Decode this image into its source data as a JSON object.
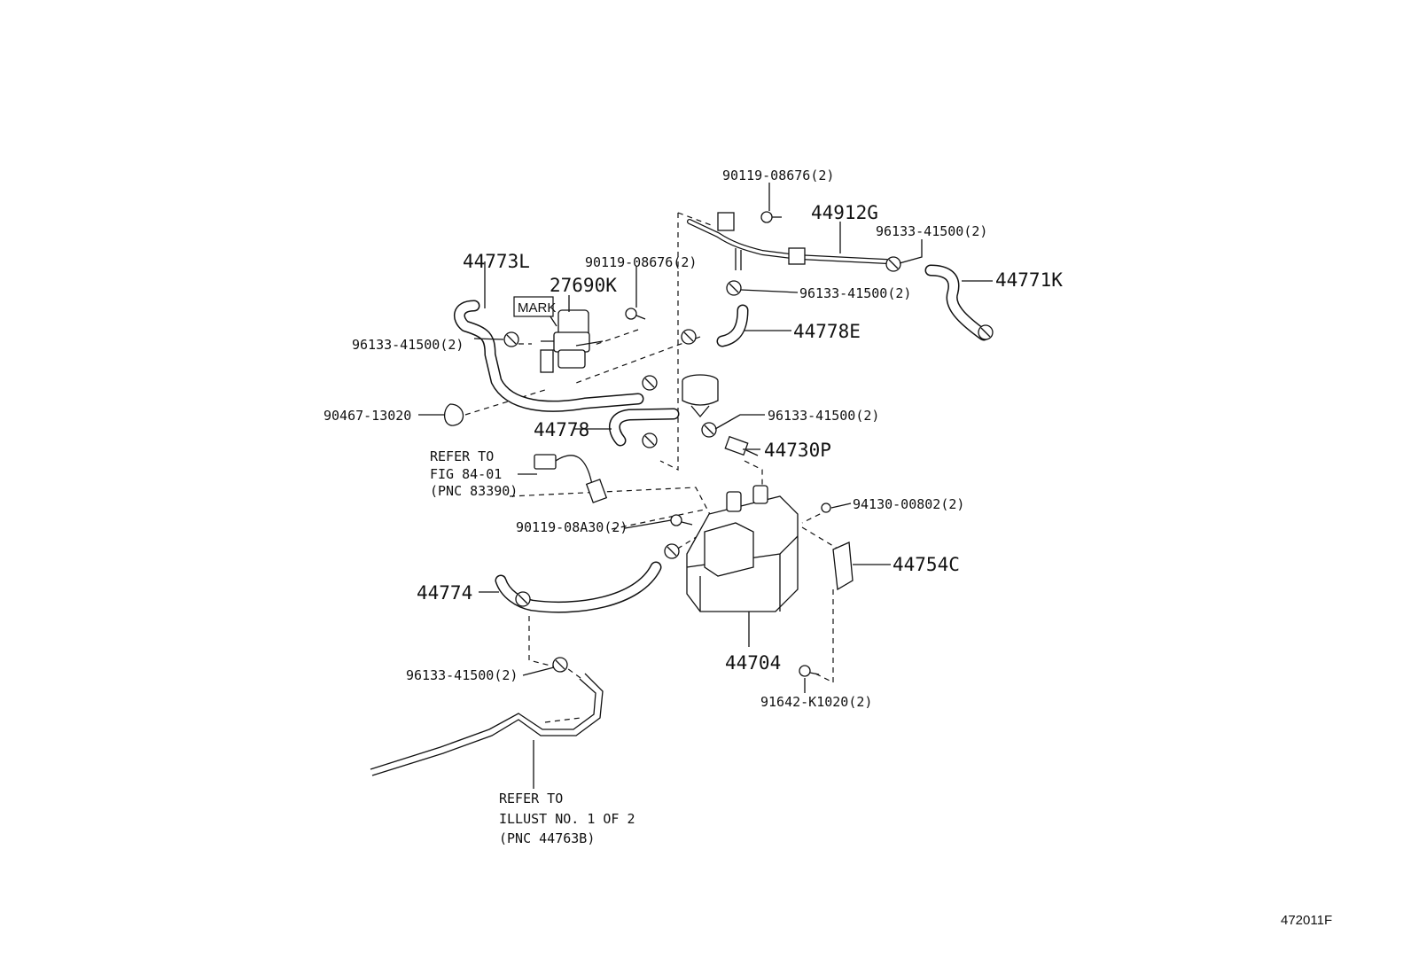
{
  "labels": {
    "p90119_top": "90119-08676(2)",
    "p44912G": "44912G",
    "p96133_r1": "96133-41500(2)",
    "p44771K": "44771K",
    "p96133_r2": "96133-41500(2)",
    "p44778E": "44778E",
    "p44773L": "44773L",
    "p90119_mid": "90119-08676(2)",
    "p27690K": "27690K",
    "mark": "MARK",
    "p96133_l1": "96133-41500(2)",
    "p90467": "90467-13020",
    "p44778": "44778",
    "p96133_c": "96133-41500(2)",
    "p44730P": "44730P",
    "p94130": "94130-00802(2)",
    "p90119_08A30": "90119-08A30(2)",
    "p44754C": "44754C",
    "p44774": "44774",
    "p44704": "44704",
    "p96133_l2": "96133-41500(2)",
    "p91642": "91642-K1020(2)",
    "figure_id": "472011F"
  },
  "notes": {
    "refer_fig": [
      "REFER TO",
      "FIG 84-01",
      "(PNC 83390)"
    ],
    "refer_illust": [
      "REFER TO",
      "ILLUST NO. 1 OF 2",
      "(PNC 44763B)"
    ]
  }
}
